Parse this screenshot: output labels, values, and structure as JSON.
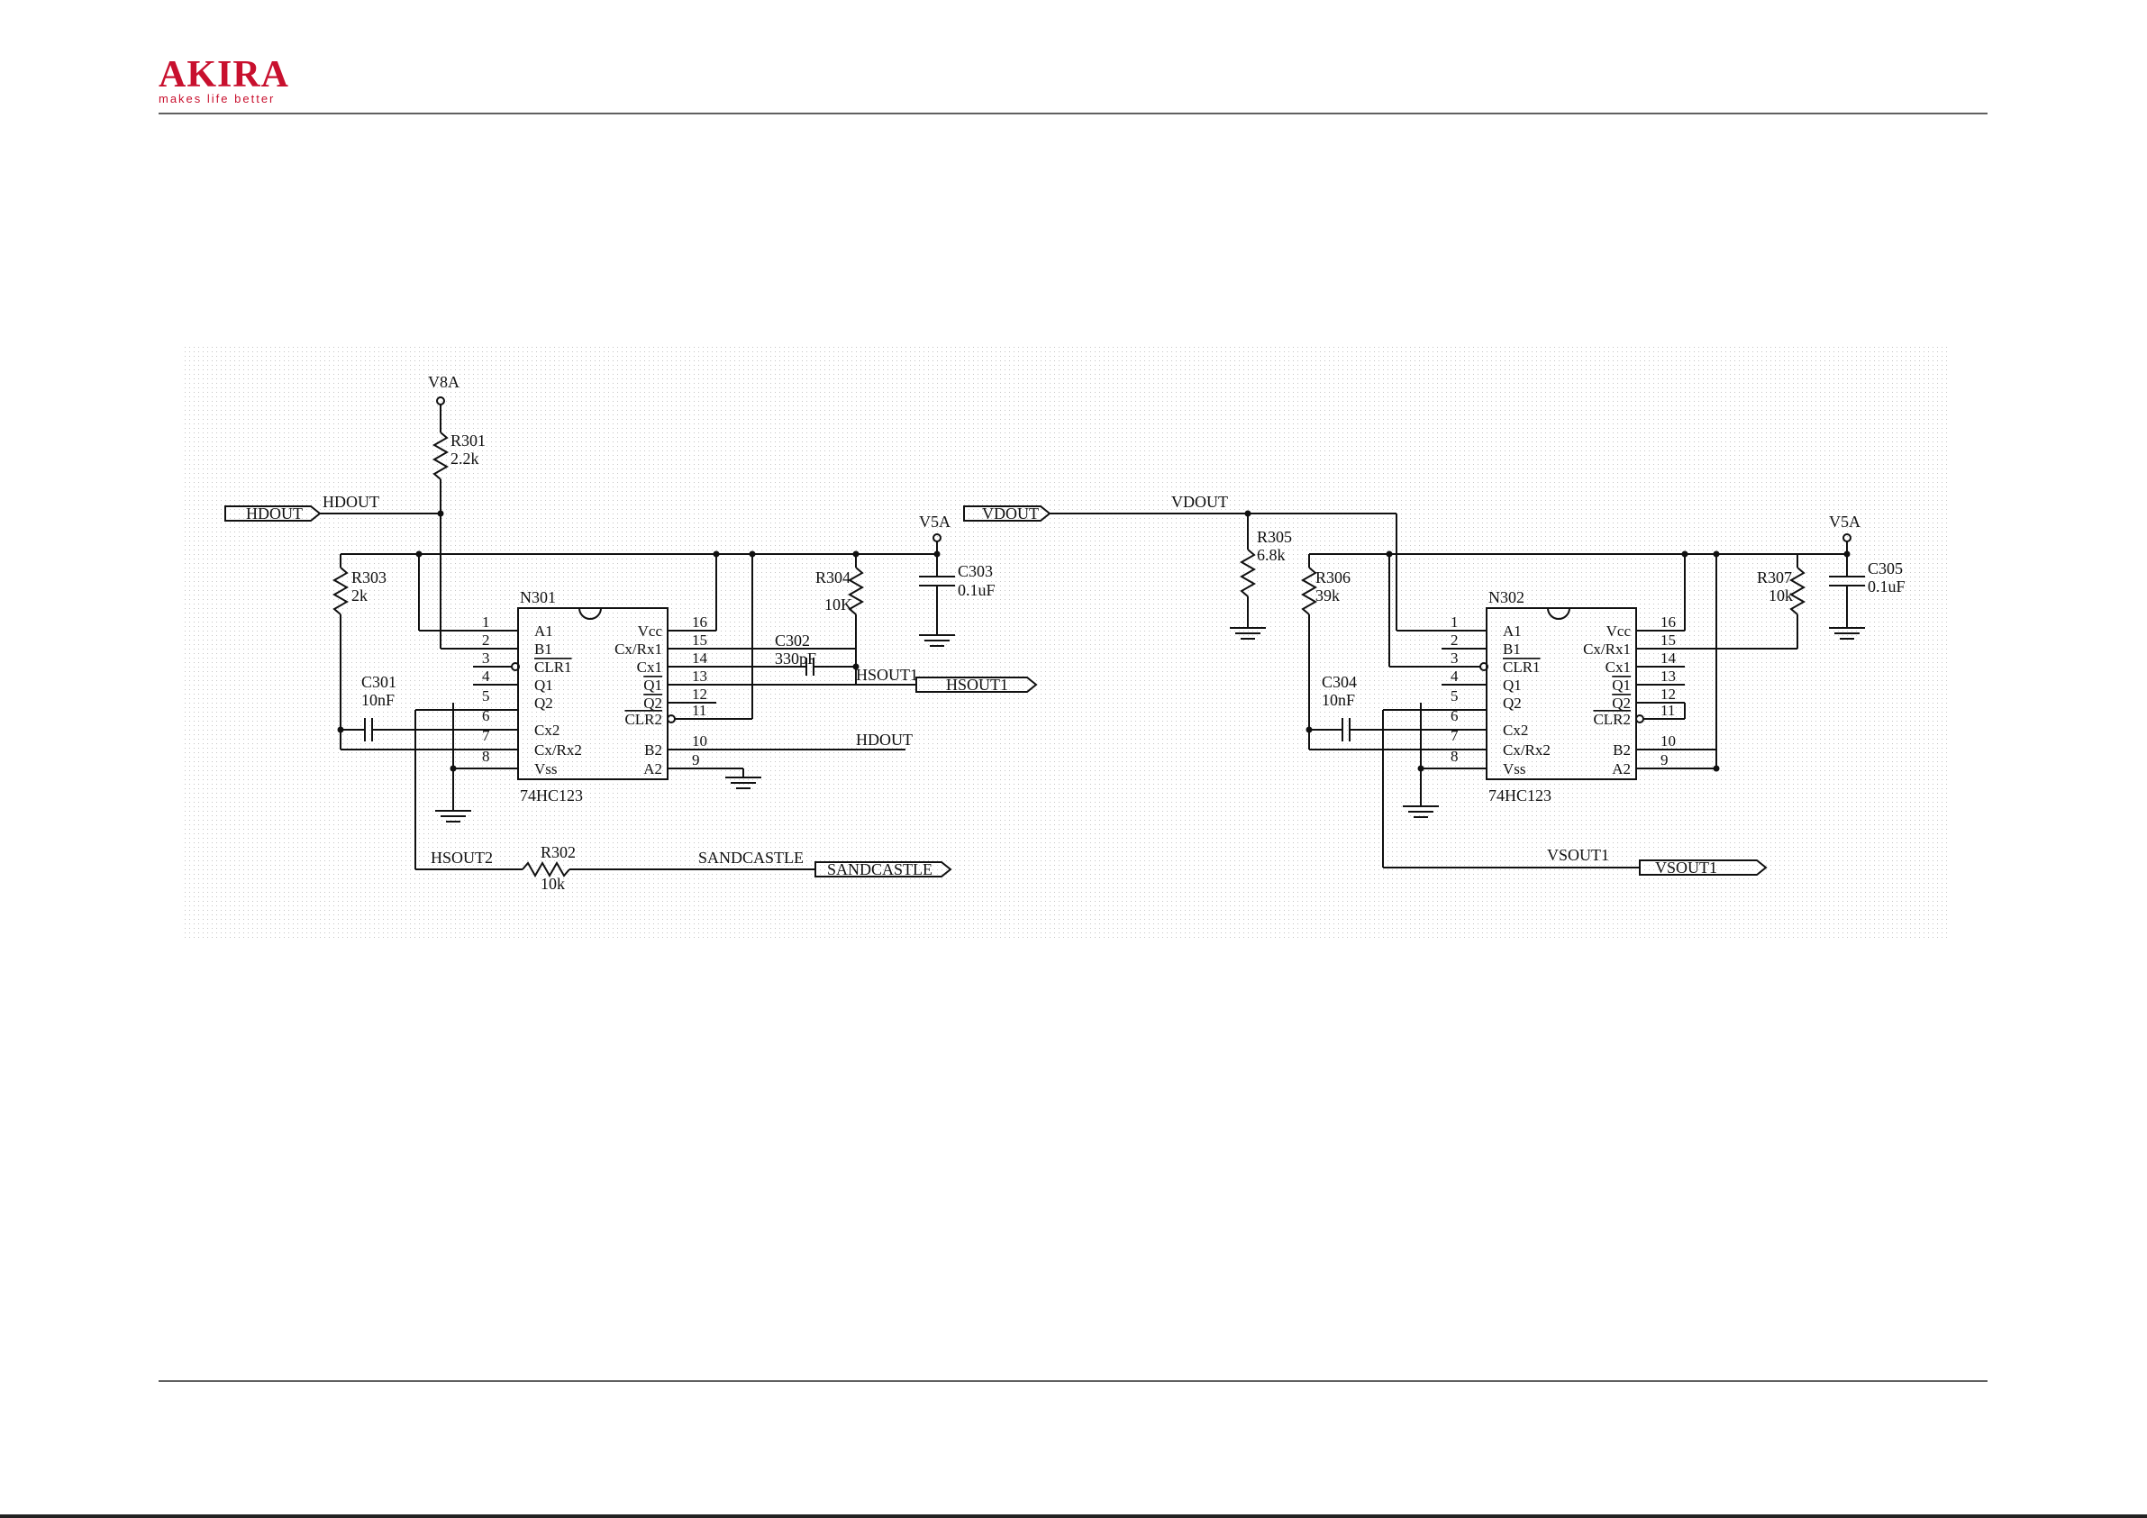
{
  "brand": {
    "name": "AKIRA",
    "tagline": "makes life better",
    "color": "#c8102e"
  },
  "schematic": {
    "rails": {
      "v8a": "V8A",
      "v5a": "V5A"
    },
    "left": {
      "ic": {
        "ref": "N301",
        "part": "74HC123"
      },
      "r301": {
        "ref": "R301",
        "val": "2.2k"
      },
      "r303": {
        "ref": "R303",
        "val": "2k"
      },
      "r304": {
        "ref": "R304",
        "val": "10K"
      },
      "r302": {
        "ref": "R302",
        "val": "10k"
      },
      "c301": {
        "ref": "C301",
        "val": "10nF"
      },
      "c302": {
        "ref": "C302",
        "val": "330pF"
      },
      "c303": {
        "ref": "C303",
        "val": "0.1uF"
      },
      "nets": {
        "hdout_in": "HDOUT",
        "hdout_wire": "HDOUT",
        "hsout1_wire": "HSOUT1",
        "hsout1_port": "HSOUT1",
        "hdout_b2": "HDOUT",
        "hsout2": "HSOUT2",
        "sandcastle_wire": "SANDCASTLE",
        "sandcastle_port": "SANDCASTLE"
      }
    },
    "right": {
      "ic": {
        "ref": "N302",
        "part": "74HC123"
      },
      "r305": {
        "ref": "R305",
        "val": "6.8k"
      },
      "r306": {
        "ref": "R306",
        "val": "39k"
      },
      "r307": {
        "ref": "R307",
        "val": "10k"
      },
      "c304": {
        "ref": "C304",
        "val": "10nF"
      },
      "c305": {
        "ref": "C305",
        "val": "0.1uF"
      },
      "nets": {
        "vdout_in": "VDOUT",
        "vdout_wire": "VDOUT",
        "vsout1_wire": "VSOUT1",
        "vsout1_port": "VSOUT1"
      }
    },
    "pins_left": [
      {
        "num": "1",
        "name": "A1"
      },
      {
        "num": "2",
        "name": "B1"
      },
      {
        "num": "3",
        "name": "CLR1"
      },
      {
        "num": "4",
        "name": "Q1"
      },
      {
        "num": "5",
        "name": "Q2"
      },
      {
        "num": "6",
        "name": "Cx2"
      },
      {
        "num": "7",
        "name": "Cx/Rx2"
      },
      {
        "num": "8",
        "name": "Vss"
      }
    ],
    "pins_right": [
      {
        "num": "16",
        "name": "Vcc"
      },
      {
        "num": "15",
        "name": "Cx/Rx1"
      },
      {
        "num": "14",
        "name": "Cx1"
      },
      {
        "num": "13",
        "name": "Q1"
      },
      {
        "num": "12",
        "name": "Q2"
      },
      {
        "num": "11",
        "name": "CLR2"
      },
      {
        "num": "10",
        "name": "B2"
      },
      {
        "num": "9",
        "name": "A2"
      }
    ]
  }
}
